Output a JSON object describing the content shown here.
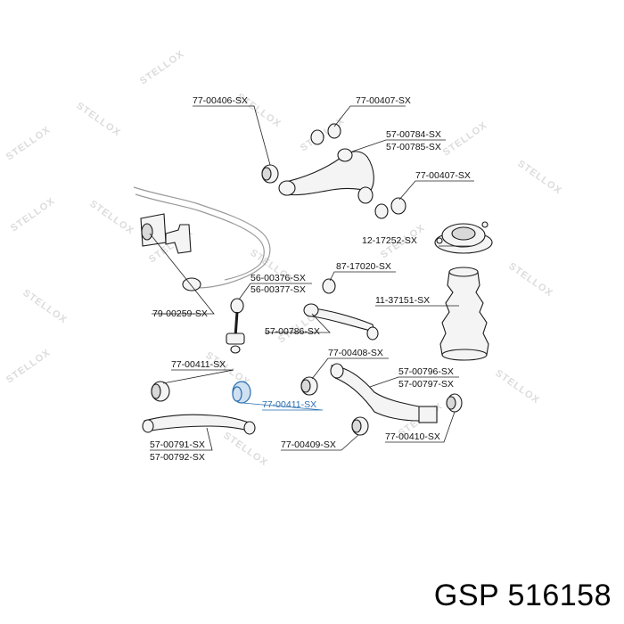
{
  "watermark": "STELLOX",
  "caption": "GSP 516158",
  "labels": {
    "l_77_00406": "77-00406-SX",
    "l_77_00407_top": "77-00407-SX",
    "l_57_00784": "57-00784-SX",
    "l_57_00785": "57-00785-SX",
    "l_77_00407_mid": "77-00407-SX",
    "l_12_17252": "12-17252-SX",
    "l_56_00376": "56-00376-SX",
    "l_56_00377": "56-00377-SX",
    "l_87_17020": "87-17020-SX",
    "l_11_37151": "11-37151-SX",
    "l_79_00259": "79-00259-SX",
    "l_57_00786": "57-00786-SX",
    "l_77_00408": "77-00408-SX",
    "l_77_00411_left": "77-00411-SX",
    "l_57_00796": "57-00796-SX",
    "l_57_00797": "57-00797-SX",
    "l_77_00411_hl": "77-00411-SX",
    "l_77_00410": "77-00410-SX",
    "l_77_00409": "77-00409-SX",
    "l_57_00791": "57-00791-SX",
    "l_57_00792": "57-00792-SX"
  },
  "colors": {
    "highlight": "#2a6fb0",
    "line": "#222222",
    "watermark": "#dcdcdc"
  }
}
